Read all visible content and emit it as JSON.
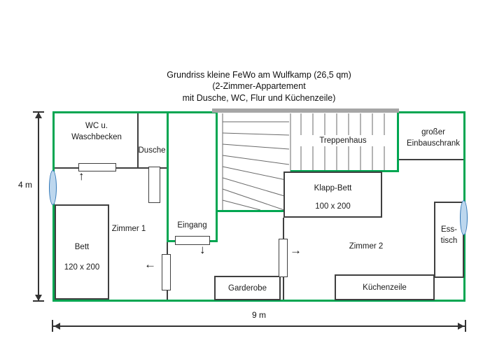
{
  "title": {
    "line1": "Grundriss kleine FeWo am Wulfkamp (26,5 qm)",
    "line2": "(2-Zimmer-Appartement",
    "line3": "mit Dusche, WC, Flur und Küchenzeile)"
  },
  "dimensions": {
    "height": "4 m",
    "width": "9 m"
  },
  "labels": {
    "wc_line1": "WC u.",
    "wc_line2": "Waschbecken",
    "dusche": "Dusche",
    "treppenhaus": "Treppenhaus",
    "schrank_line1": "großer",
    "schrank_line2": "Einbauschrank",
    "klappbett": "Klapp-Bett",
    "klappbett_size": "100 x 200",
    "zimmer1": "Zimmer 1",
    "eingang": "Eingang",
    "bett": "Bett",
    "bett_size": "120 x 200",
    "zimmer2": "Zimmer 2",
    "esstisch_line1": "Ess-",
    "esstisch_line2": "tisch",
    "kuechenzeile": "Küchenzeile",
    "garderobe": "Garderobe"
  },
  "icons": {
    "arrow_up": "↑",
    "arrow_down": "↓",
    "arrow_left": "←",
    "arrow_right": "→"
  },
  "colors": {
    "apartment_wall_green": "#00a651",
    "interior_wall": "#3f3f3f",
    "stairwell_wall_gray": "#a6a6a6",
    "window_blue": "#bdd7ee",
    "background": "#ffffff"
  }
}
